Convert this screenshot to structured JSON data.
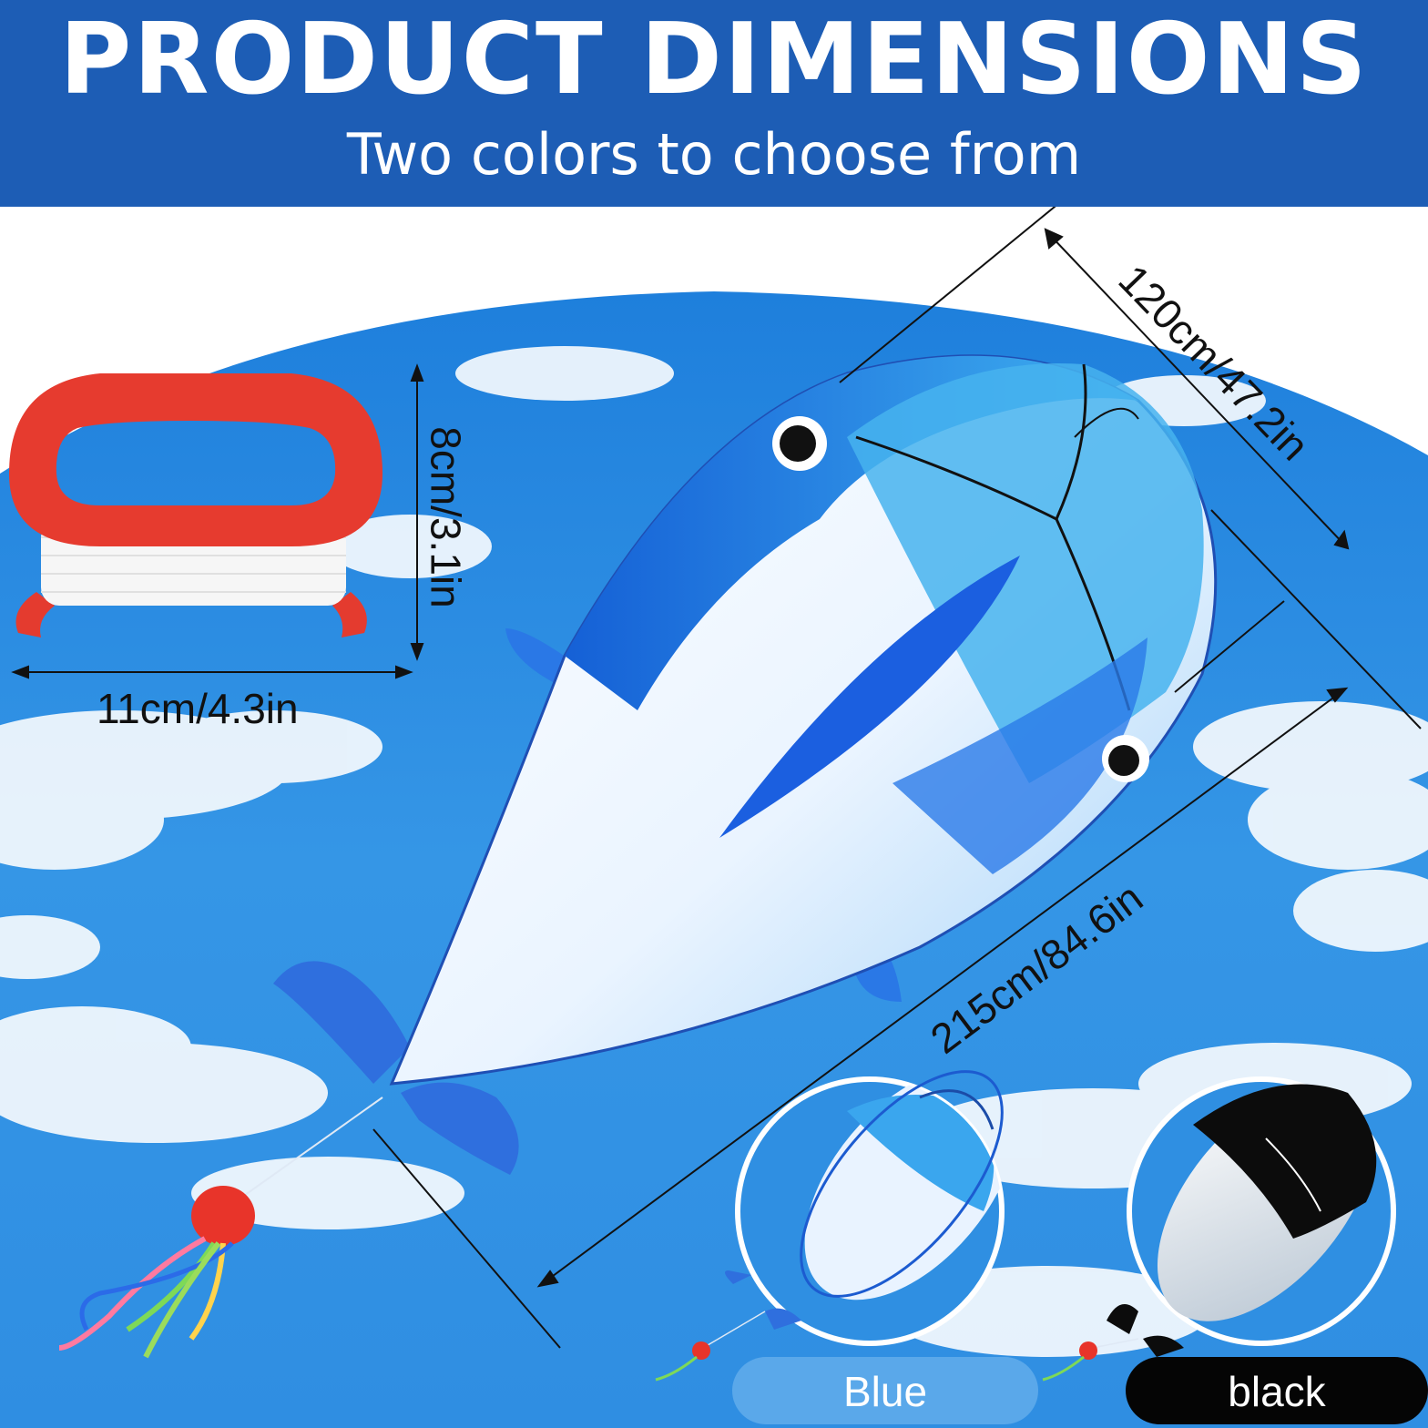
{
  "header": {
    "title": "PRODUCT DIMENSIONS",
    "subtitle": "Two colors to choose from"
  },
  "dimensions": {
    "kite_height": "120cm/47.2in",
    "kite_length": "215cm/84.6in",
    "reel_height": "8cm/3.1in",
    "reel_width": "11cm/4.3in"
  },
  "color_options": {
    "blue_label": "Blue",
    "black_label": "black"
  },
  "colors": {
    "banner": "#1d5db5",
    "sky": "#2e8fe0",
    "kite_blue": "#1a73e0",
    "kite_black": "#0c0c0c",
    "reel_red": "#e83a2f"
  },
  "icons": [
    "whale-kite-illustration",
    "kite-reel-illustration",
    "octopus-tail-illustration"
  ]
}
